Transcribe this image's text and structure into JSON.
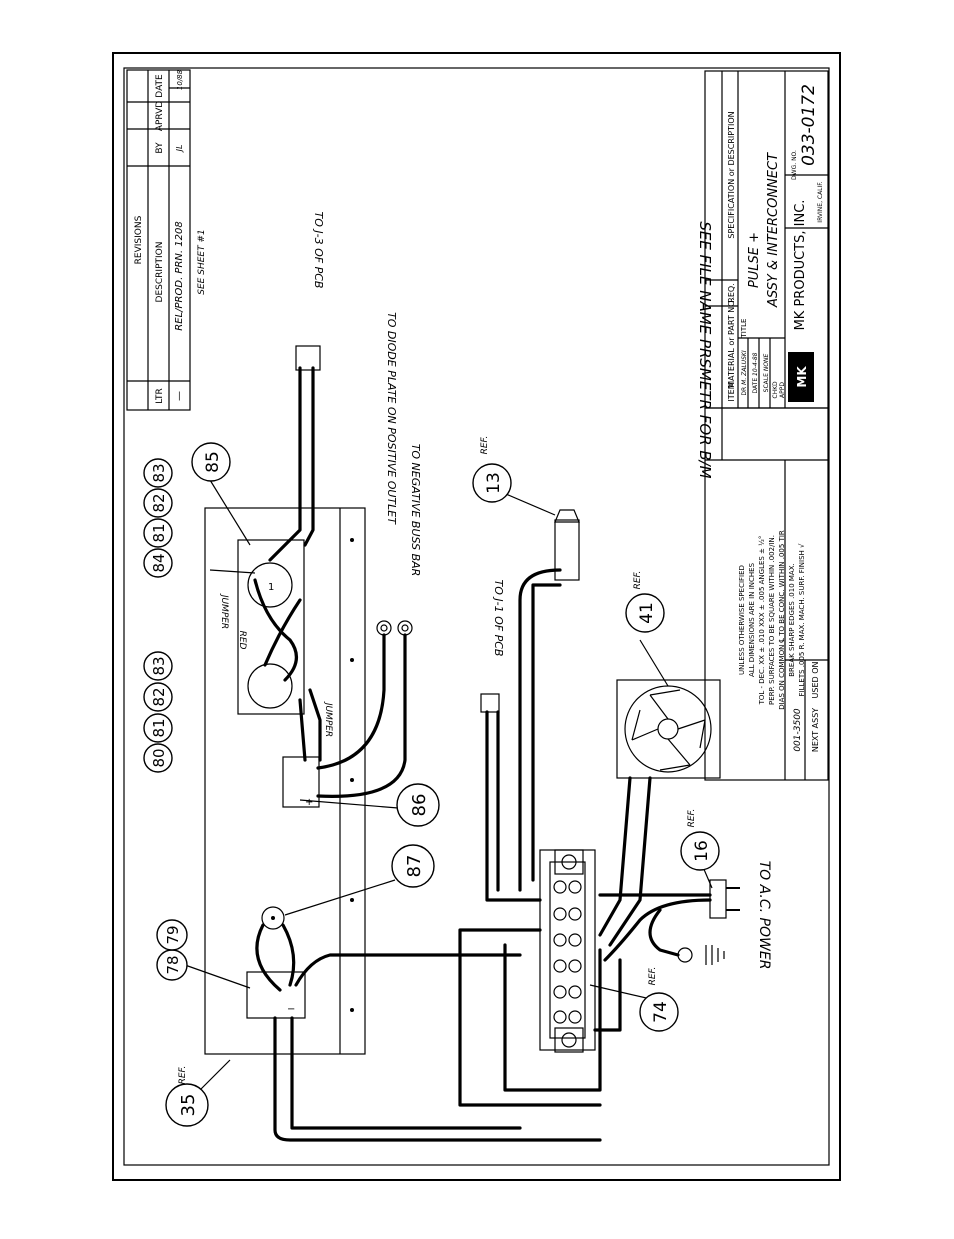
{
  "revisions": {
    "title": "REVISIONS",
    "col_ltr": "LTR",
    "col_description": "DESCRIPTION",
    "col_by": "BY",
    "col_aprvd": "APRVD",
    "col_date": "DATE",
    "row_ltr": "—",
    "row_description": "REL/PROD. PRN. 1208",
    "row_note": "SEE SHEET #1",
    "row_by": "JL",
    "row_date": "10/88"
  },
  "notes": {
    "see_file": "SEE FILE NAME PRSMETR FOR B/M",
    "to_j3": "TO J-3 OF PCB",
    "to_j1": "TO J-1 OF PCB",
    "to_diode_plate": "TO DIODE PLATE ON POSITIVE OUTLET",
    "to_neg_buss": "TO NEGATIVE BUSS BAR",
    "to_ac_power": "TO A.C. POWER",
    "jumper1": "JUMPER",
    "jumper2": "JUMPER",
    "red": "RED",
    "plus": "+",
    "minus": "−"
  },
  "bubbles": {
    "b35": "35",
    "b35_ref": "REF.",
    "b78": "78",
    "b79": "79",
    "b87": "87",
    "b86": "86",
    "b80": "80",
    "b81": "81",
    "b82": "82",
    "b83": "83",
    "b84": "84",
    "b81b": "81",
    "b82b": "82",
    "b83b": "83",
    "b85": "85",
    "b13": "13",
    "b13_ref": "REF.",
    "b41": "41",
    "b41_ref": "REF.",
    "b16": "16",
    "b16_ref": "REF.",
    "b74": "74",
    "b74_ref": "REF."
  },
  "title_block": {
    "tolerance_lines": [
      "UNLESS OTHERWISE SPECIFIED",
      "ALL DIMENSIONS ARE IN INCHES",
      "TOL - DEC. XX ± .010   XXX ± .005 ANGLES ± ½°",
      "PERP. SURFACES TO BE SQUARE WITHIN .002/IN.",
      "DIAS ON COMMON ℄ TO BE CONC. WITHIN .005 TIR",
      "BREAK SHARP EDGES .010 MAX.",
      "FILLETS .005 R. MAX.   MACH. SURF. FINISH √"
    ],
    "next_assy_label": "NEXT ASSY",
    "next_assy_value": "001-3500",
    "used_on_label": "USED ON",
    "item_label": "ITEM",
    "material_label": "MATERIAL or PART NO.",
    "req_label": "REQ.",
    "spec_label": "SPECIFICATION or DESCRIPTION",
    "dr_label": "DR",
    "dr_value": "M. ZALUSKI",
    "date_label": "DATE",
    "date_value": "10-4-88",
    "scale_label": "SCALE",
    "scale_value": "NONE",
    "chkd_label": "CHKD",
    "appd_label": "APPD",
    "title_label": "TITLE",
    "title_line1": "PULSE +",
    "title_line2": "ASSY & INTERCONNECT",
    "company": "MK PRODUCTS, INC.",
    "company_city": "IRVINE, CALIF.",
    "logo": "MK",
    "dwg_label": "DWG. NO.",
    "dwg_no": "033-0172"
  }
}
